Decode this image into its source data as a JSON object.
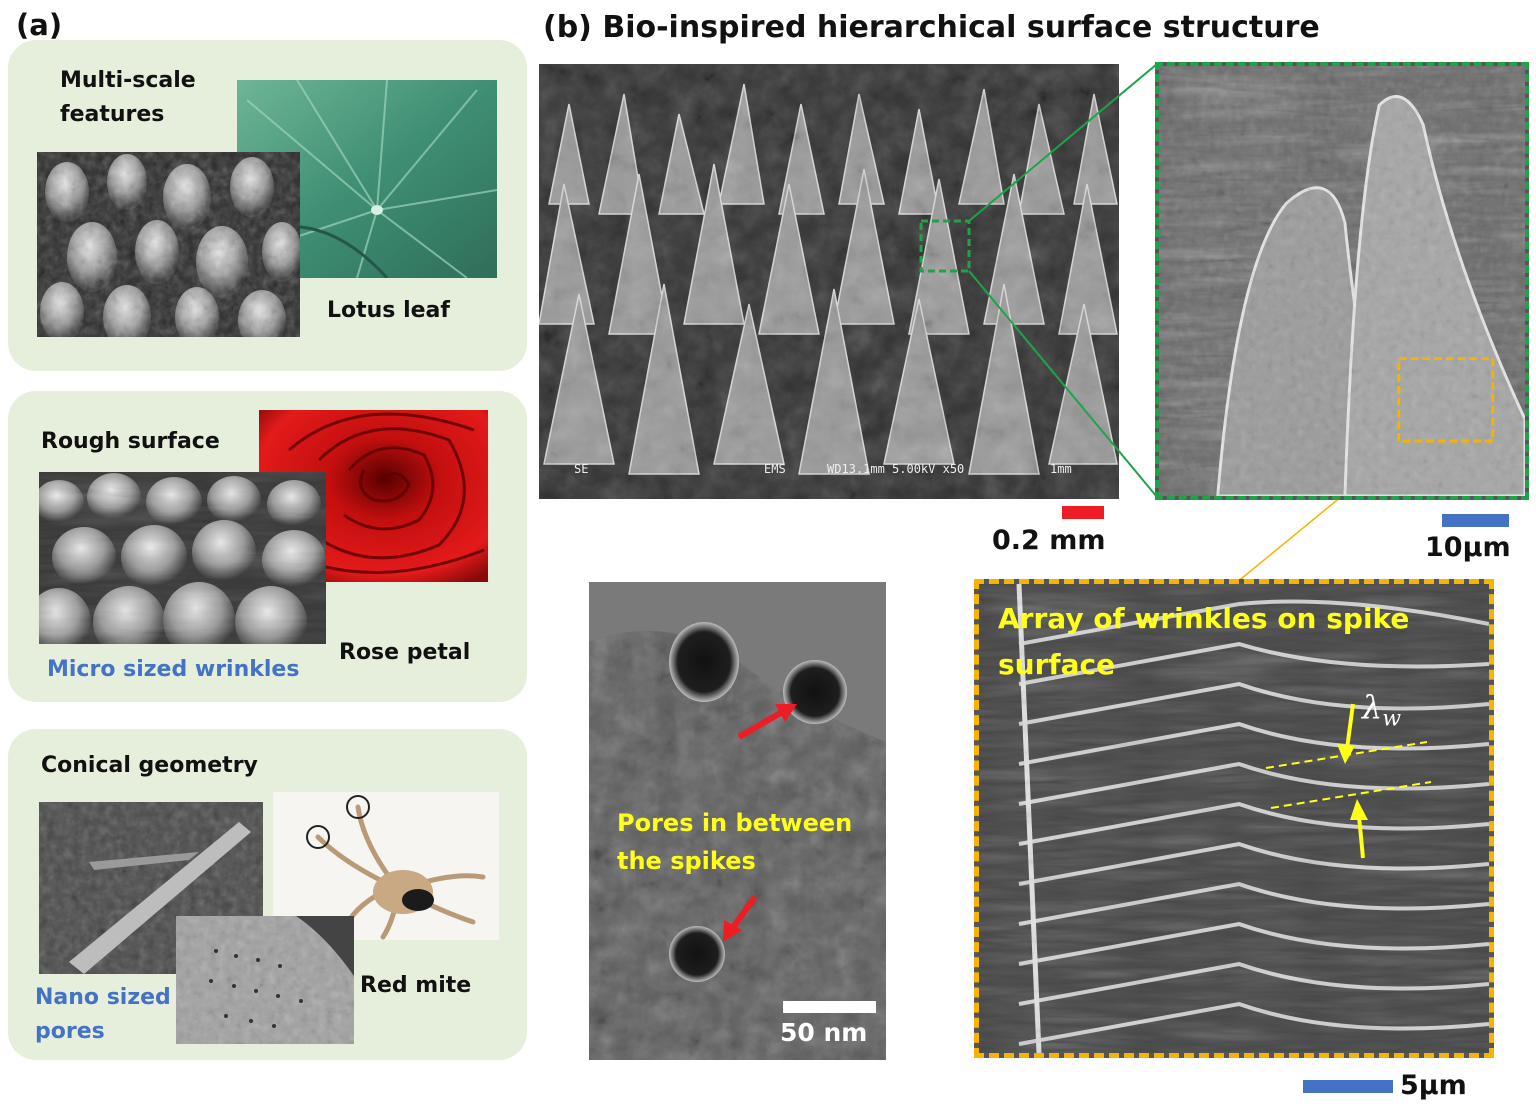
{
  "panel_a": {
    "label": "(a)",
    "cards": [
      {
        "heading": "Multi-scale features",
        "caption": "Lotus leaf"
      },
      {
        "heading": "Rough surface",
        "sub_caption": "Micro sized wrinkles",
        "caption": "Rose petal"
      },
      {
        "heading": "Conical geometry",
        "sub_caption": "Nano sized pores",
        "caption": "Red mite"
      }
    ]
  },
  "panel_b": {
    "title": "(b) Bio-inspired hierarchical surface structure",
    "sem_footer": {
      "left": "SE",
      "center": "EMS",
      "right": "WD13.1mm 5.00kV x50",
      "scale": "1mm"
    },
    "scale_main": "0.2 mm",
    "scale_zoom": "10µm",
    "pores_label": "Pores in between the spikes",
    "scale_pores": "50 nm",
    "wrinkle_label": "Array of wrinkles on spike surface",
    "lambda_label": "λ",
    "lambda_sub": "w",
    "scale_wrinkle": "5µm"
  },
  "colors": {
    "card_bg": "#e6eedc",
    "green_dash": "#1fa34a",
    "orange_dash": "#f5b400",
    "red_bar": "#ee1c24",
    "blue_bar": "#4472c4",
    "yellow": "#ffff1a"
  }
}
